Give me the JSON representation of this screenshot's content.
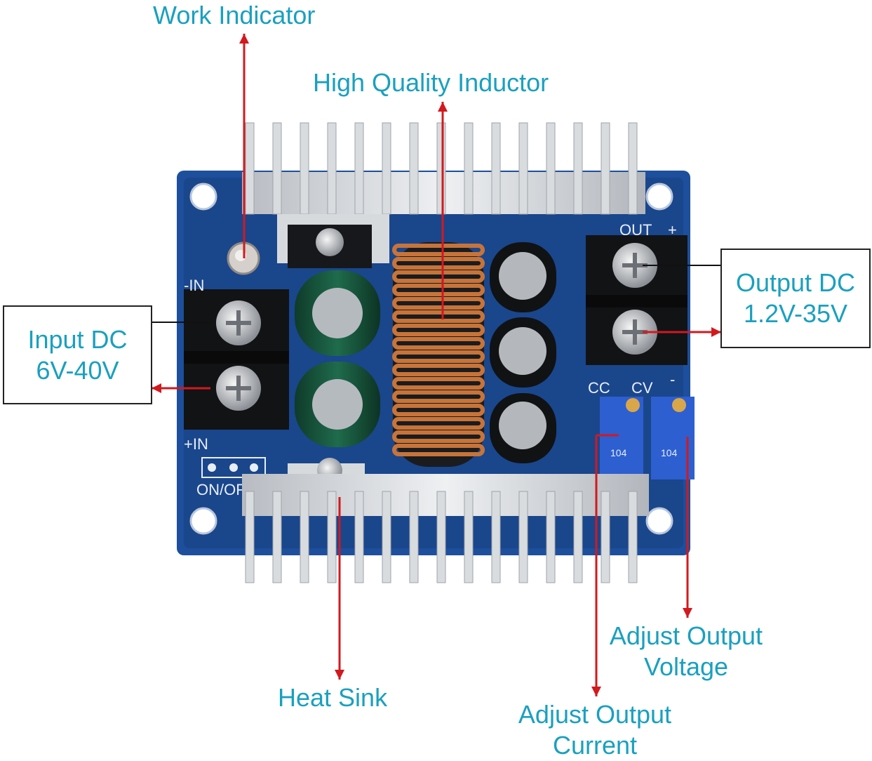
{
  "labels": {
    "work_indicator": "Work Indicator",
    "inductor": "High Quality Inductor",
    "input_line1": "Input DC",
    "input_line2": "6V-40V",
    "output_line1": "Output DC",
    "output_line2": "1.2V-35V",
    "heat_sink": "Heat Sink",
    "adjust_voltage_line1": "Adjust Output",
    "adjust_voltage_line2": "Voltage",
    "adjust_current_line1": "Adjust Output",
    "adjust_current_line2": "Current"
  },
  "silkscreen": {
    "minus_in": "-IN",
    "plus_in": "+IN",
    "out": "OUT",
    "plus": "+",
    "minus": "-",
    "cc": "CC",
    "cv": "CV",
    "on_off": "ON/OFF",
    "pot_code": "104"
  },
  "colors": {
    "label_text": "#1aa0bf",
    "arrow": "#d2191e",
    "pcb": "#1d4f9c",
    "heatsink": "#c9cdd2",
    "copper": "#c7743a"
  }
}
